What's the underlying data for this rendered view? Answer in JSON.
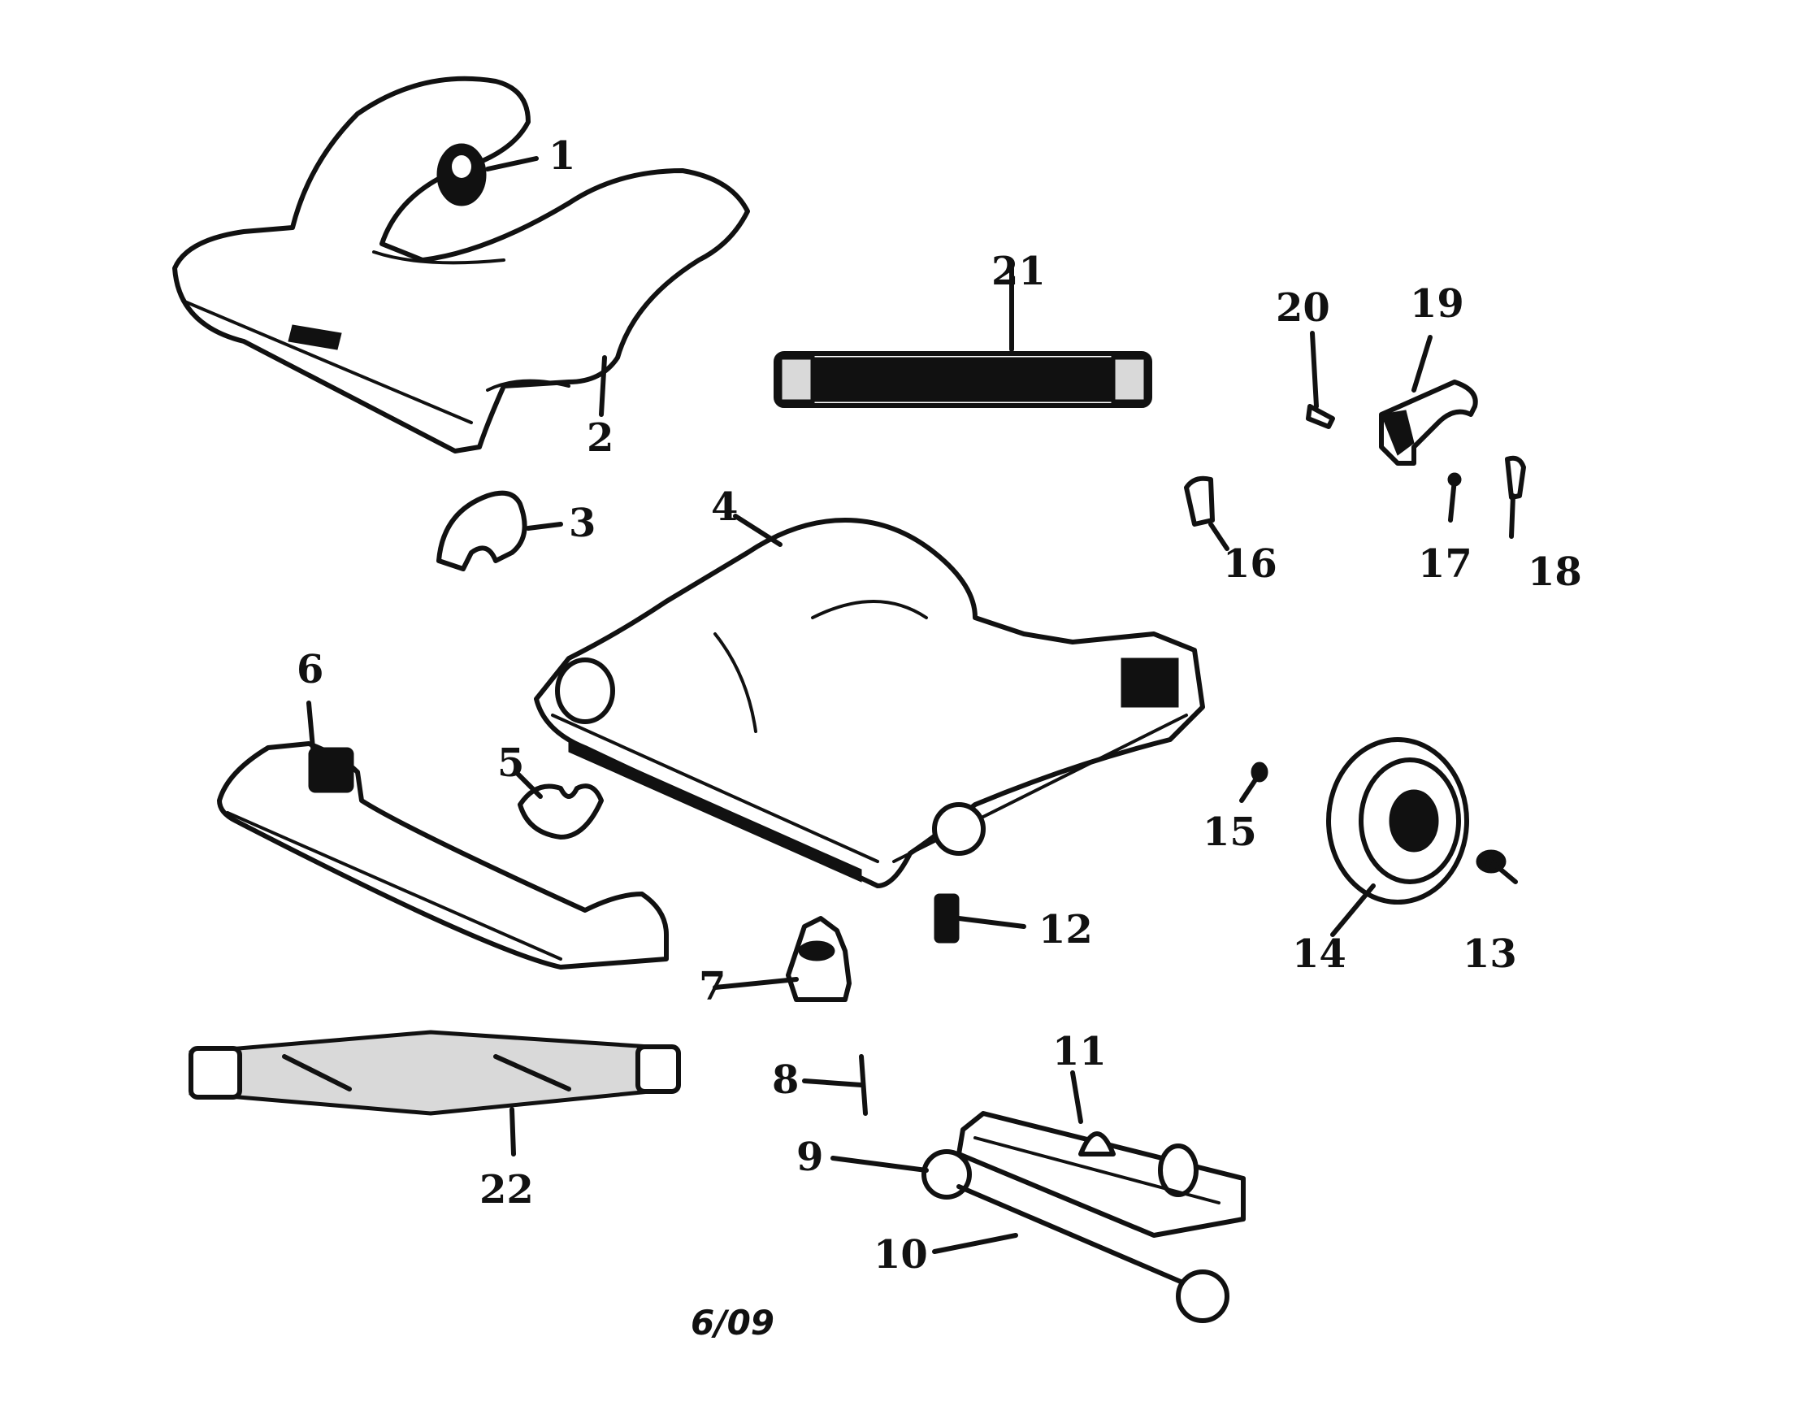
{
  "diagram": {
    "footer_date": "6/09",
    "callouts": [
      {
        "id": "1",
        "label": "1"
      },
      {
        "id": "2",
        "label": "2"
      },
      {
        "id": "3",
        "label": "3"
      },
      {
        "id": "4",
        "label": "4"
      },
      {
        "id": "5",
        "label": "5"
      },
      {
        "id": "6",
        "label": "6"
      },
      {
        "id": "7",
        "label": "7"
      },
      {
        "id": "8",
        "label": "8"
      },
      {
        "id": "9",
        "label": "9"
      },
      {
        "id": "10",
        "label": "10"
      },
      {
        "id": "11",
        "label": "11"
      },
      {
        "id": "12",
        "label": "12"
      },
      {
        "id": "13",
        "label": "13"
      },
      {
        "id": "14",
        "label": "14"
      },
      {
        "id": "15",
        "label": "15"
      },
      {
        "id": "16",
        "label": "16"
      },
      {
        "id": "17",
        "label": "17"
      },
      {
        "id": "18",
        "label": "18"
      },
      {
        "id": "19",
        "label": "19"
      },
      {
        "id": "20",
        "label": "20"
      },
      {
        "id": "21",
        "label": "21"
      },
      {
        "id": "22",
        "label": "22"
      }
    ]
  }
}
